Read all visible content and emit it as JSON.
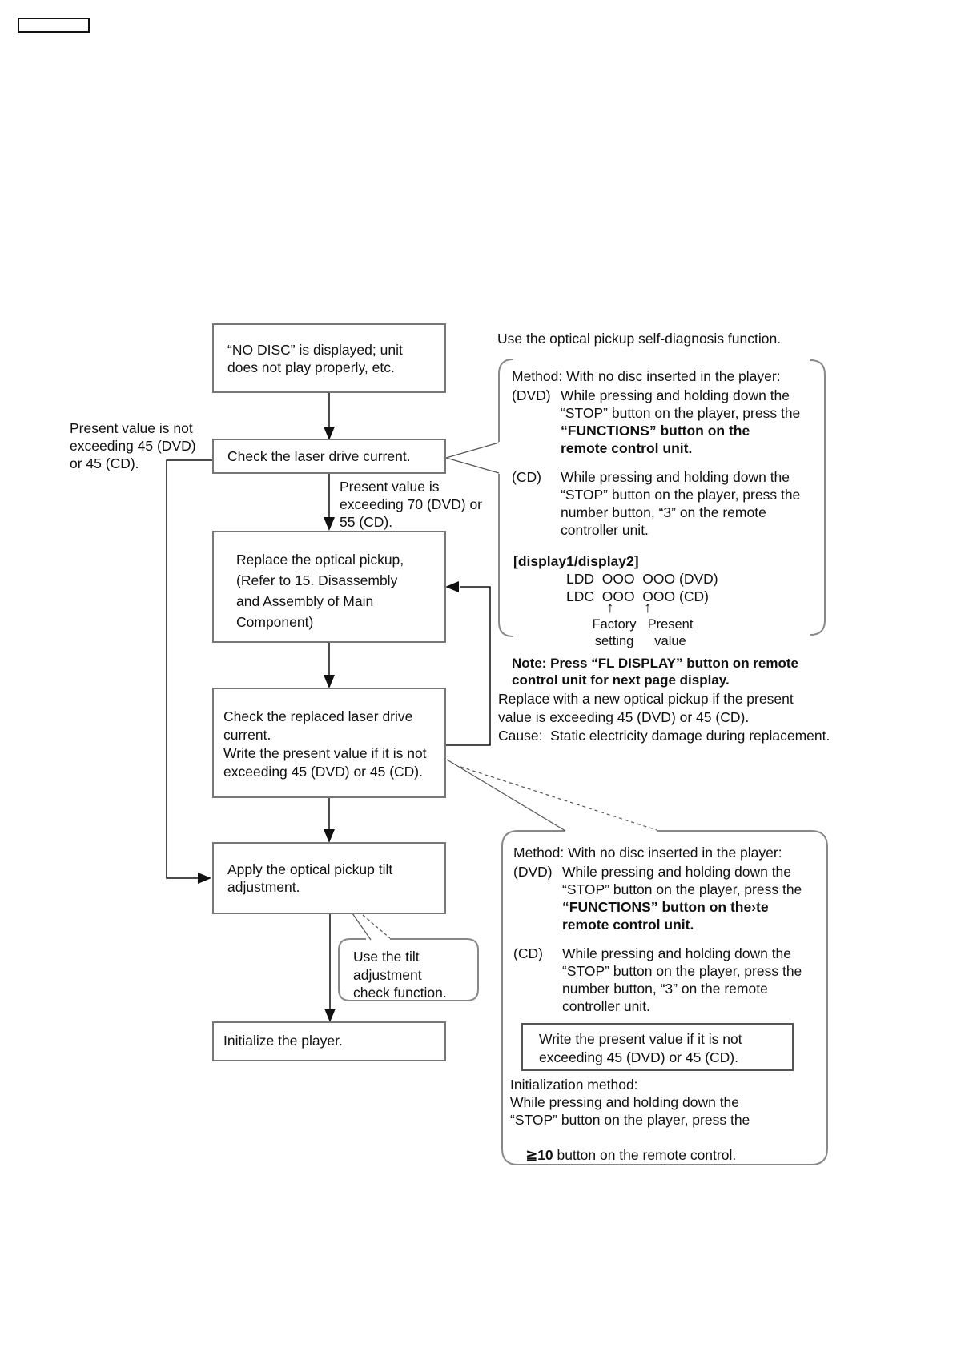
{
  "page": {
    "label_box_text": ""
  },
  "flow": {
    "no_disc": "“NO DISC” is displayed; unit\ndoes not play properly, etc.",
    "check_current": "Check the laser drive current.",
    "replace_pickup": "Replace the optical pickup,\n(Refer to 15. Disassembly\nand Assembly of Main\nComponent)",
    "check_replaced": "Check the replaced laser drive\ncurrent.\nWrite the present value if it is not\nexceeding 45 (DVD) or 45 (CD).",
    "apply_tilt": "Apply the optical pickup tilt\nadjustment.",
    "initialize": "Initialize the player."
  },
  "labels": {
    "not_exceeding": "Present value is not\nexceeding 45 (DVD)\nor 45 (CD).",
    "exceeding": "Present value is\nexceeding 70 (DVD) or\n55 (CD).",
    "self_diagnosis": "Use the optical pickup self-diagnosis function.",
    "replace_new": "Replace with a new optical pickup if the present\nvalue is exceeding 45 (DVD) or 45 (CD).\nCause:  Static electricity damage during replacement."
  },
  "bubble1": {
    "method": "Method: With no disc inserted in the player:",
    "dvd_label": "(DVD)",
    "dvd_normal": "While pressing and holding down the\n“STOP” button on the player, press the",
    "dvd_bold": "“FUNCTIONS” button on the\nremote control unit.",
    "cd_label": "(CD)",
    "cd_text": "While pressing and holding down the\n“STOP” button on the player, press the\nnumber button, “3” on the remote\ncontroller unit.",
    "display_title": "[display1/display2]",
    "display_dvd": "LDD  OOO  OOO (DVD)",
    "display_cd": "LDC  OOO  OOO (CD)",
    "factory": "Factory\nsetting",
    "present": "Present\nvalue",
    "note": "Note: Press “FL DISPLAY” button on remote\ncontrol unit for next page display."
  },
  "bubble2": {
    "method": "Method: With no disc inserted in the player:",
    "dvd_label": "(DVD)",
    "dvd_normal": "While pressing and holding down the\n“STOP” button on the player, press the",
    "dvd_bold": "“FUNCTIONS” button on the›te\nremote control unit.",
    "cd_label": "(CD)",
    "cd_text": "While pressing and holding down the\n“STOP” button on the player, press the\nnumber button, “3” on the remote\ncontroller unit.",
    "write_box": "Write the present value if it is not\nexceeding 45 (DVD) or 45 (CD).",
    "init_title": "Initialization method:",
    "init_text": "While pressing and holding down the\n“STOP” button on the player, press the",
    "init_bold": "≧10",
    "init_tail": " button on the remote control."
  },
  "tilt_bubble": {
    "text": "Use the tilt\nadjustment\ncheck function."
  },
  "icons": {
    "up_arrow": "↑"
  },
  "colors": {
    "box_border": "#777777",
    "bubble_border": "#888888",
    "line": "#111111",
    "text": "#111111"
  }
}
